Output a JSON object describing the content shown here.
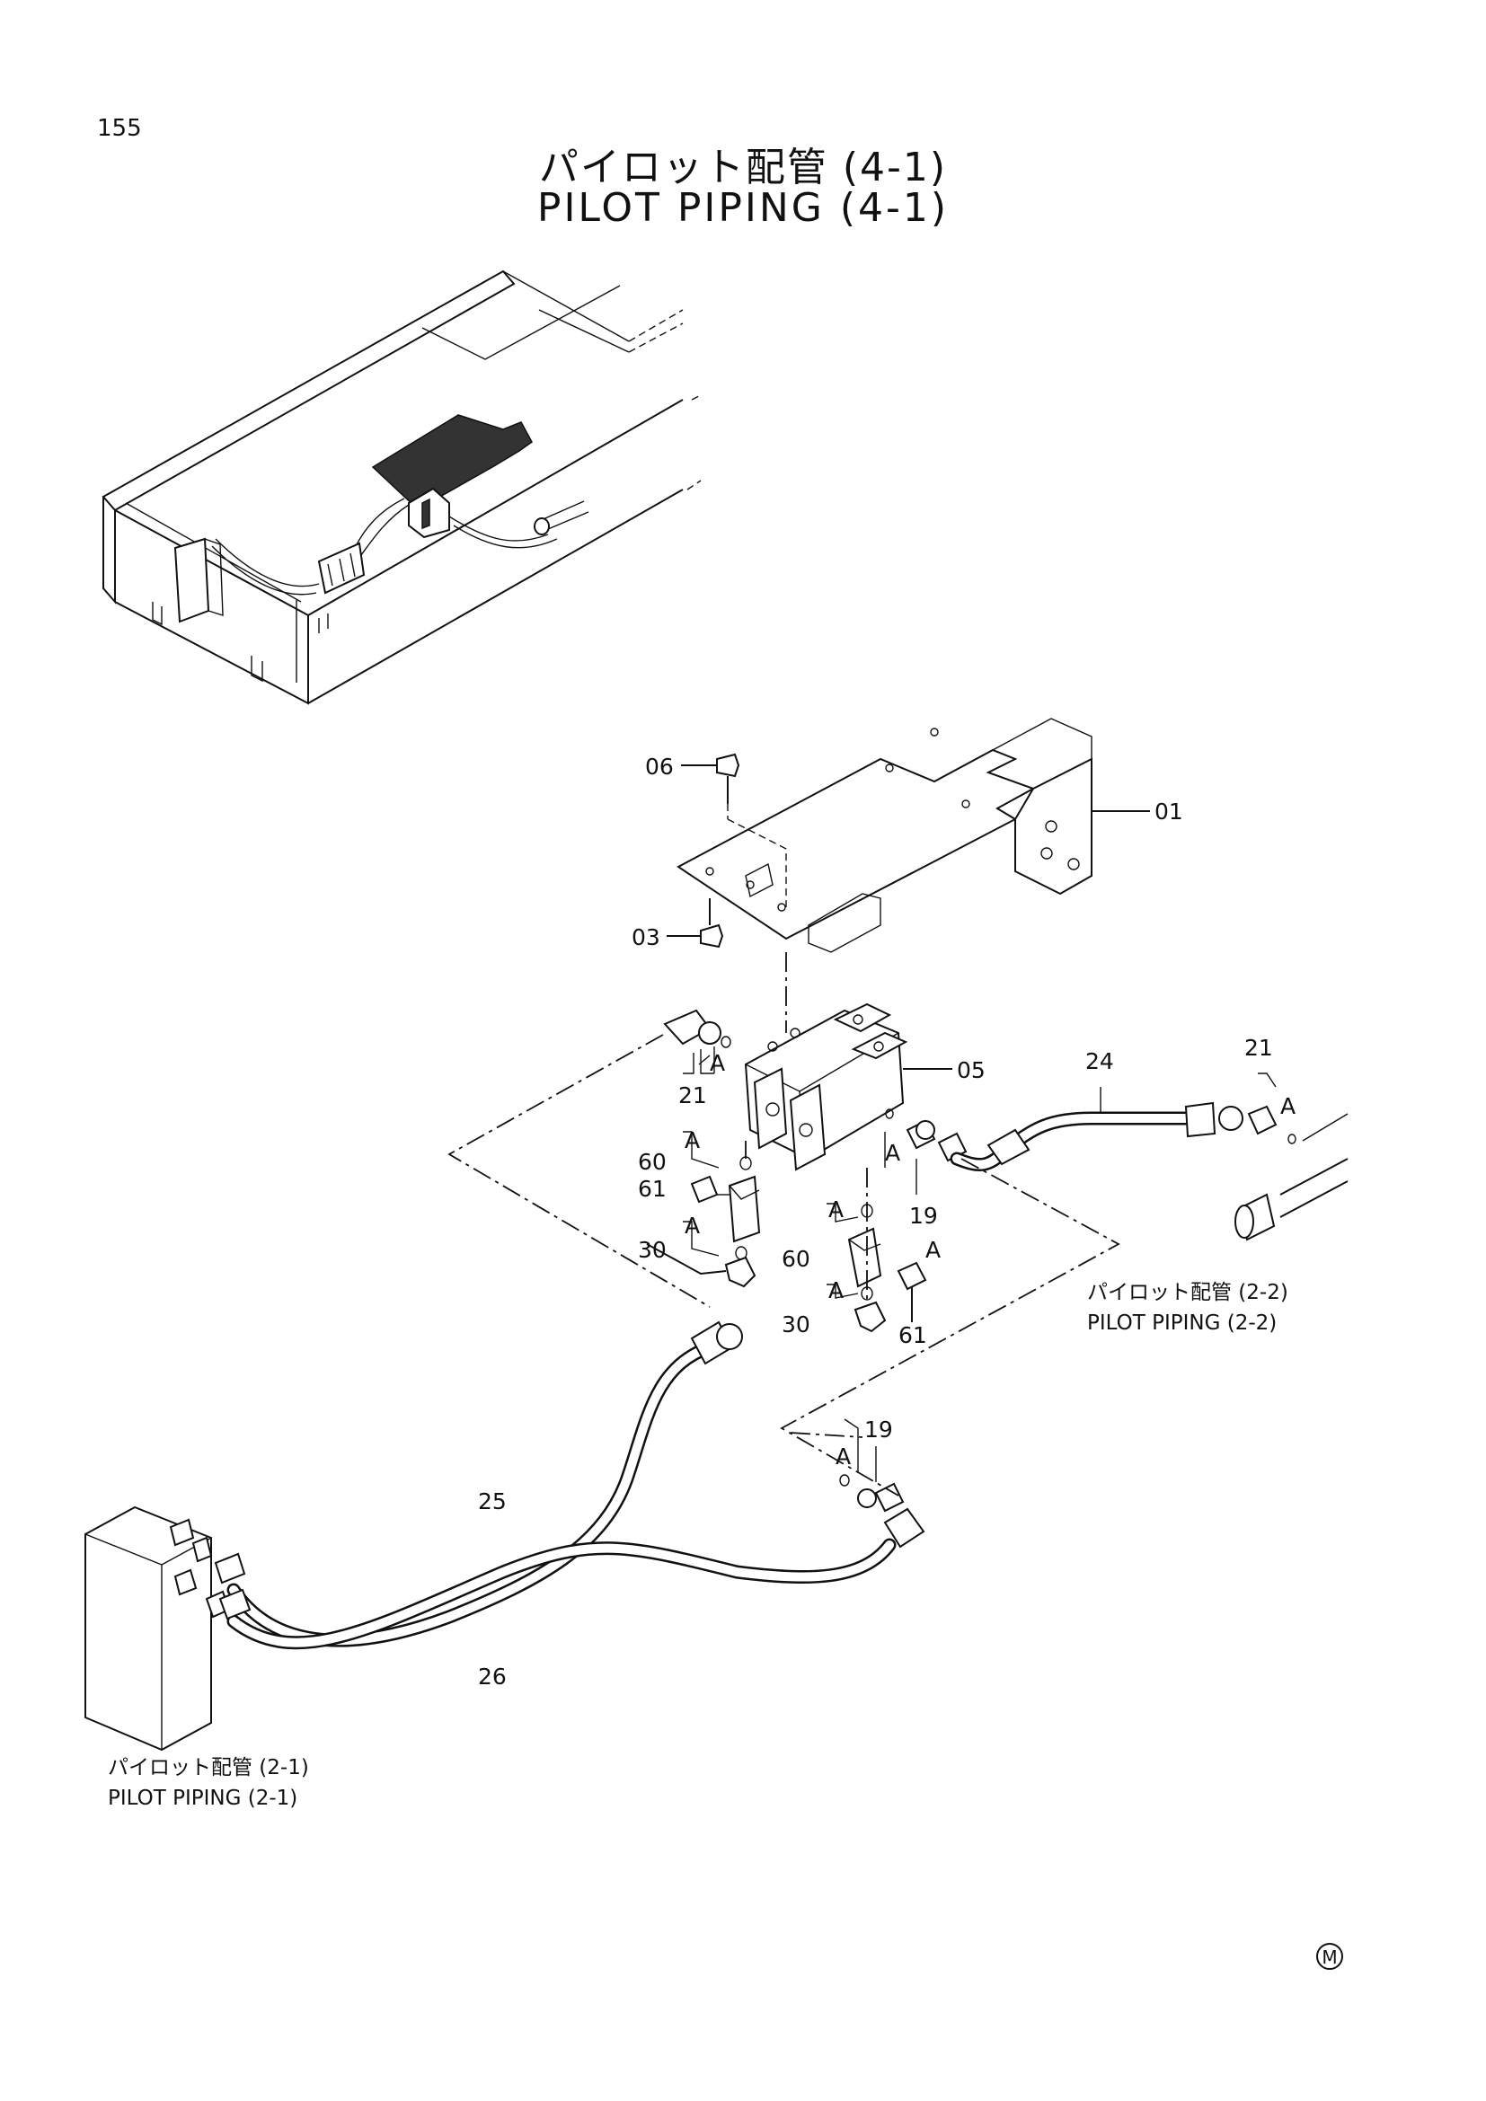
{
  "page_number": "155",
  "title_jp": "パイロット配管 (4-1)",
  "title_en": "PILOT PIPING (4-1)",
  "part_labels": {
    "p01": "01",
    "p03": "03",
    "p05": "05",
    "p06": "06",
    "p19a": "19",
    "p19b": "19",
    "p21a": "21",
    "p21b": "21",
    "p24": "24",
    "p25": "25",
    "p26": "26",
    "p30a": "30",
    "p30b": "30",
    "p60a": "60",
    "p60b": "60",
    "p61a": "61",
    "p61b": "61",
    "detail_a1": "A",
    "detail_a2": "A",
    "detail_a3": "A",
    "detail_a4": "A",
    "detail_a5": "A",
    "detail_a6": "A",
    "detail_a7": "A",
    "detail_a8": "A",
    "detail_a9": "A"
  },
  "references": {
    "ref_2_2_jp": "パイロット配管 (2-2)",
    "ref_2_2_en": "PILOT PIPING (2-2)",
    "ref_2_1_jp": "パイロット配管 (2-1)",
    "ref_2_1_en": "PILOT PIPING (2-1)"
  },
  "footer_mark": "M"
}
